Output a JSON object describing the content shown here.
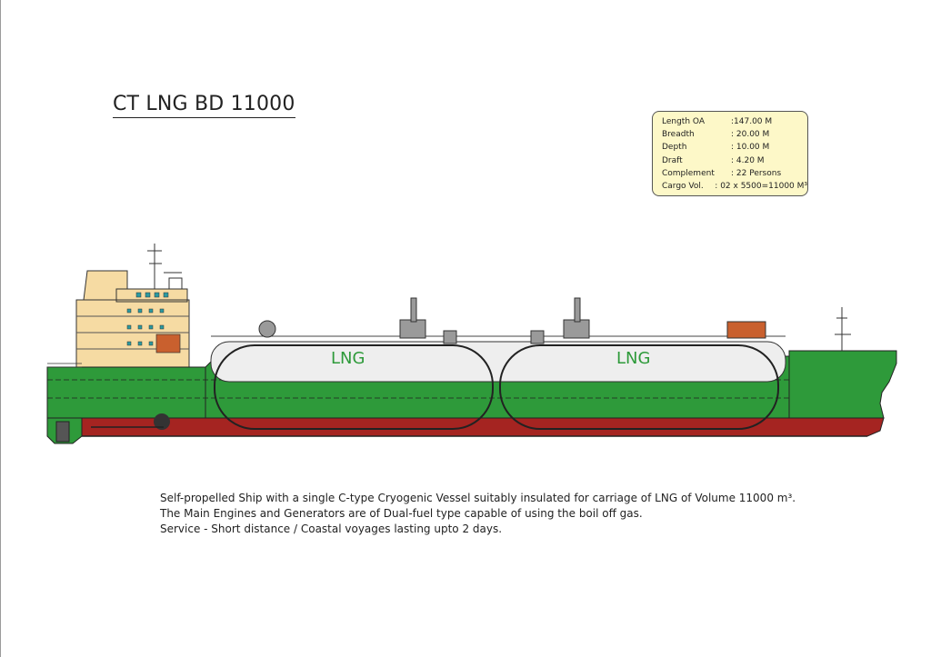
{
  "title": "CT LNG BD 11000",
  "specs": [
    {
      "label": "Length OA",
      "value": ":147.00 M"
    },
    {
      "label": "Breadth",
      "value": ":  20.00 M"
    },
    {
      "label": "Depth",
      "value": ":  10.00 M"
    },
    {
      "label": "Draft",
      "value": ":    4.20 M"
    },
    {
      "label": "Complement",
      "value": ":  22 Persons"
    },
    {
      "label": "Cargo Vol.",
      "value": ": 02 x 5500=11000 M³"
    }
  ],
  "tank_labels": [
    "LNG",
    "LNG"
  ],
  "description": [
    "Self-propelled Ship with a single C-type Cryogenic Vessel suitably insulated for carriage of LNG of Volume 11000 m³.",
    "The Main Engines and Generators are of Dual-fuel type capable of using the boil off gas.",
    "Service - Short distance / Coastal voyages lasting upto 2 days."
  ],
  "colors": {
    "hull_green": "#2e9a3a",
    "bottom_red": "#a52421",
    "superstructure": "#f6dba3",
    "tank_white": "#eeeeee",
    "spec_box": "#fdf8c8",
    "deck_house": "#c9602e"
  }
}
